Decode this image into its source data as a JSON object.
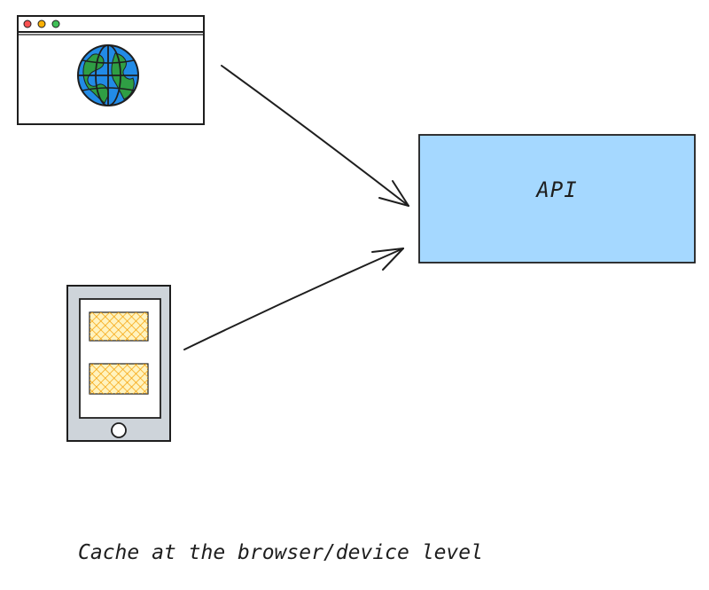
{
  "api": {
    "label": "API",
    "fill": "#a5d8ff"
  },
  "caption": "Cache at the browser/device level",
  "browser": {
    "icon": "browser-window-globe",
    "dot_colors": [
      "#fa5252",
      "#fab005",
      "#40c057"
    ],
    "globe_water": "#228be6",
    "globe_land": "#40c057"
  },
  "device": {
    "icon": "mobile-device",
    "body_fill": "#ced4da",
    "card_fill": "#ffd8a8",
    "card_hatch": "#fab005"
  },
  "stroke_color": "#1e1e1e"
}
